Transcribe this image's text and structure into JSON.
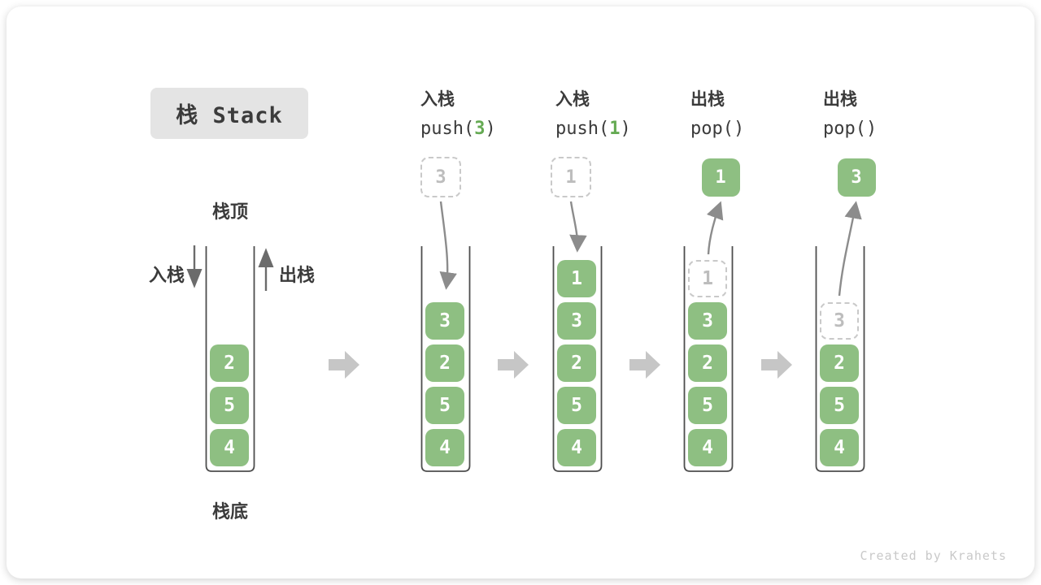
{
  "title": "栈 Stack",
  "labels": {
    "top": "栈顶",
    "bottom": "栈底",
    "push_side": "入栈",
    "pop_side": "出栈"
  },
  "watermark": "Created by Krahets",
  "colors": {
    "cell_green": "#8ebf82",
    "code_green": "#65aa53",
    "dashed_gray": "#c9c9c9",
    "arrow_gray": "#8c8c8c",
    "block_arrow_gray": "#c6c6c6",
    "title_bg": "#e4e4e4",
    "text_dark": "#3b3b3b"
  },
  "columns": [
    {
      "name": "initial",
      "cells": [
        {
          "v": "2",
          "style": "solid"
        },
        {
          "v": "5",
          "style": "solid"
        },
        {
          "v": "4",
          "style": "solid"
        }
      ]
    },
    {
      "name": "push-3",
      "op_label": "入栈",
      "code": [
        {
          "t": "push(",
          "green": false
        },
        {
          "t": "3",
          "green": true
        },
        {
          "t": ")",
          "green": false
        }
      ],
      "float": {
        "v": "3",
        "style": "dashed"
      },
      "cells": [
        {
          "v": "3",
          "style": "solid"
        },
        {
          "v": "2",
          "style": "solid"
        },
        {
          "v": "5",
          "style": "solid"
        },
        {
          "v": "4",
          "style": "solid"
        }
      ]
    },
    {
      "name": "push-1",
      "op_label": "入栈",
      "code": [
        {
          "t": "push(",
          "green": false
        },
        {
          "t": "1",
          "green": true
        },
        {
          "t": ")",
          "green": false
        }
      ],
      "float": {
        "v": "1",
        "style": "dashed"
      },
      "cells": [
        {
          "v": "1",
          "style": "solid"
        },
        {
          "v": "3",
          "style": "solid"
        },
        {
          "v": "2",
          "style": "solid"
        },
        {
          "v": "5",
          "style": "solid"
        },
        {
          "v": "4",
          "style": "solid"
        }
      ]
    },
    {
      "name": "pop-1",
      "op_label": "出栈",
      "code": [
        {
          "t": "pop()",
          "green": false
        }
      ],
      "float": {
        "v": "1",
        "style": "solid"
      },
      "cells": [
        {
          "v": "1",
          "style": "dashed"
        },
        {
          "v": "3",
          "style": "solid"
        },
        {
          "v": "2",
          "style": "solid"
        },
        {
          "v": "5",
          "style": "solid"
        },
        {
          "v": "4",
          "style": "solid"
        }
      ]
    },
    {
      "name": "pop-3",
      "op_label": "出栈",
      "code": [
        {
          "t": "pop()",
          "green": false
        }
      ],
      "float": {
        "v": "3",
        "style": "solid"
      },
      "cells": [
        {
          "v": "3",
          "style": "dashed"
        },
        {
          "v": "2",
          "style": "solid"
        },
        {
          "v": "5",
          "style": "solid"
        },
        {
          "v": "4",
          "style": "solid"
        }
      ]
    }
  ]
}
